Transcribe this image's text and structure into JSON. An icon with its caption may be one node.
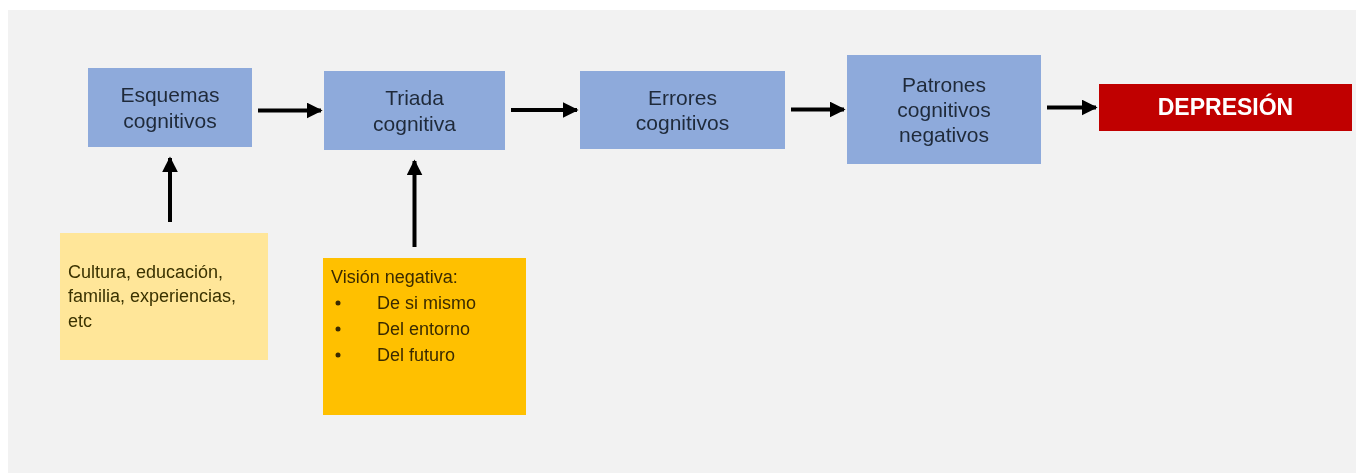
{
  "diagram": {
    "nodes": [
      {
        "text": [
          "Esquemas cognitivos"
        ]
      },
      {
        "text": [
          "Triada cognitiva"
        ]
      },
      {
        "text": [
          "Errores cognitivos"
        ]
      },
      {
        "text": [
          "Patrones cognitivos negativos"
        ]
      },
      {
        "text": [
          "DEPRESIÓN"
        ]
      },
      {
        "text": [
          "Cultura, educación, familia, experiencias, etc"
        ]
      },
      {
        "text": [
          "Visión negativa:",
          "De si mismo",
          "Del entorno",
          "Del futuro"
        ]
      }
    ],
    "edges": [
      {
        "from": 0,
        "to": 1,
        "arrow": "to"
      },
      {
        "from": 1,
        "to": 2,
        "arrow": "to"
      },
      {
        "from": 2,
        "to": 3,
        "arrow": "to"
      },
      {
        "from": 3,
        "to": 4,
        "arrow": "to"
      },
      {
        "from": 5,
        "to": 0,
        "arrow": "to"
      },
      {
        "from": 6,
        "to": 1,
        "arrow": "to"
      }
    ]
  }
}
